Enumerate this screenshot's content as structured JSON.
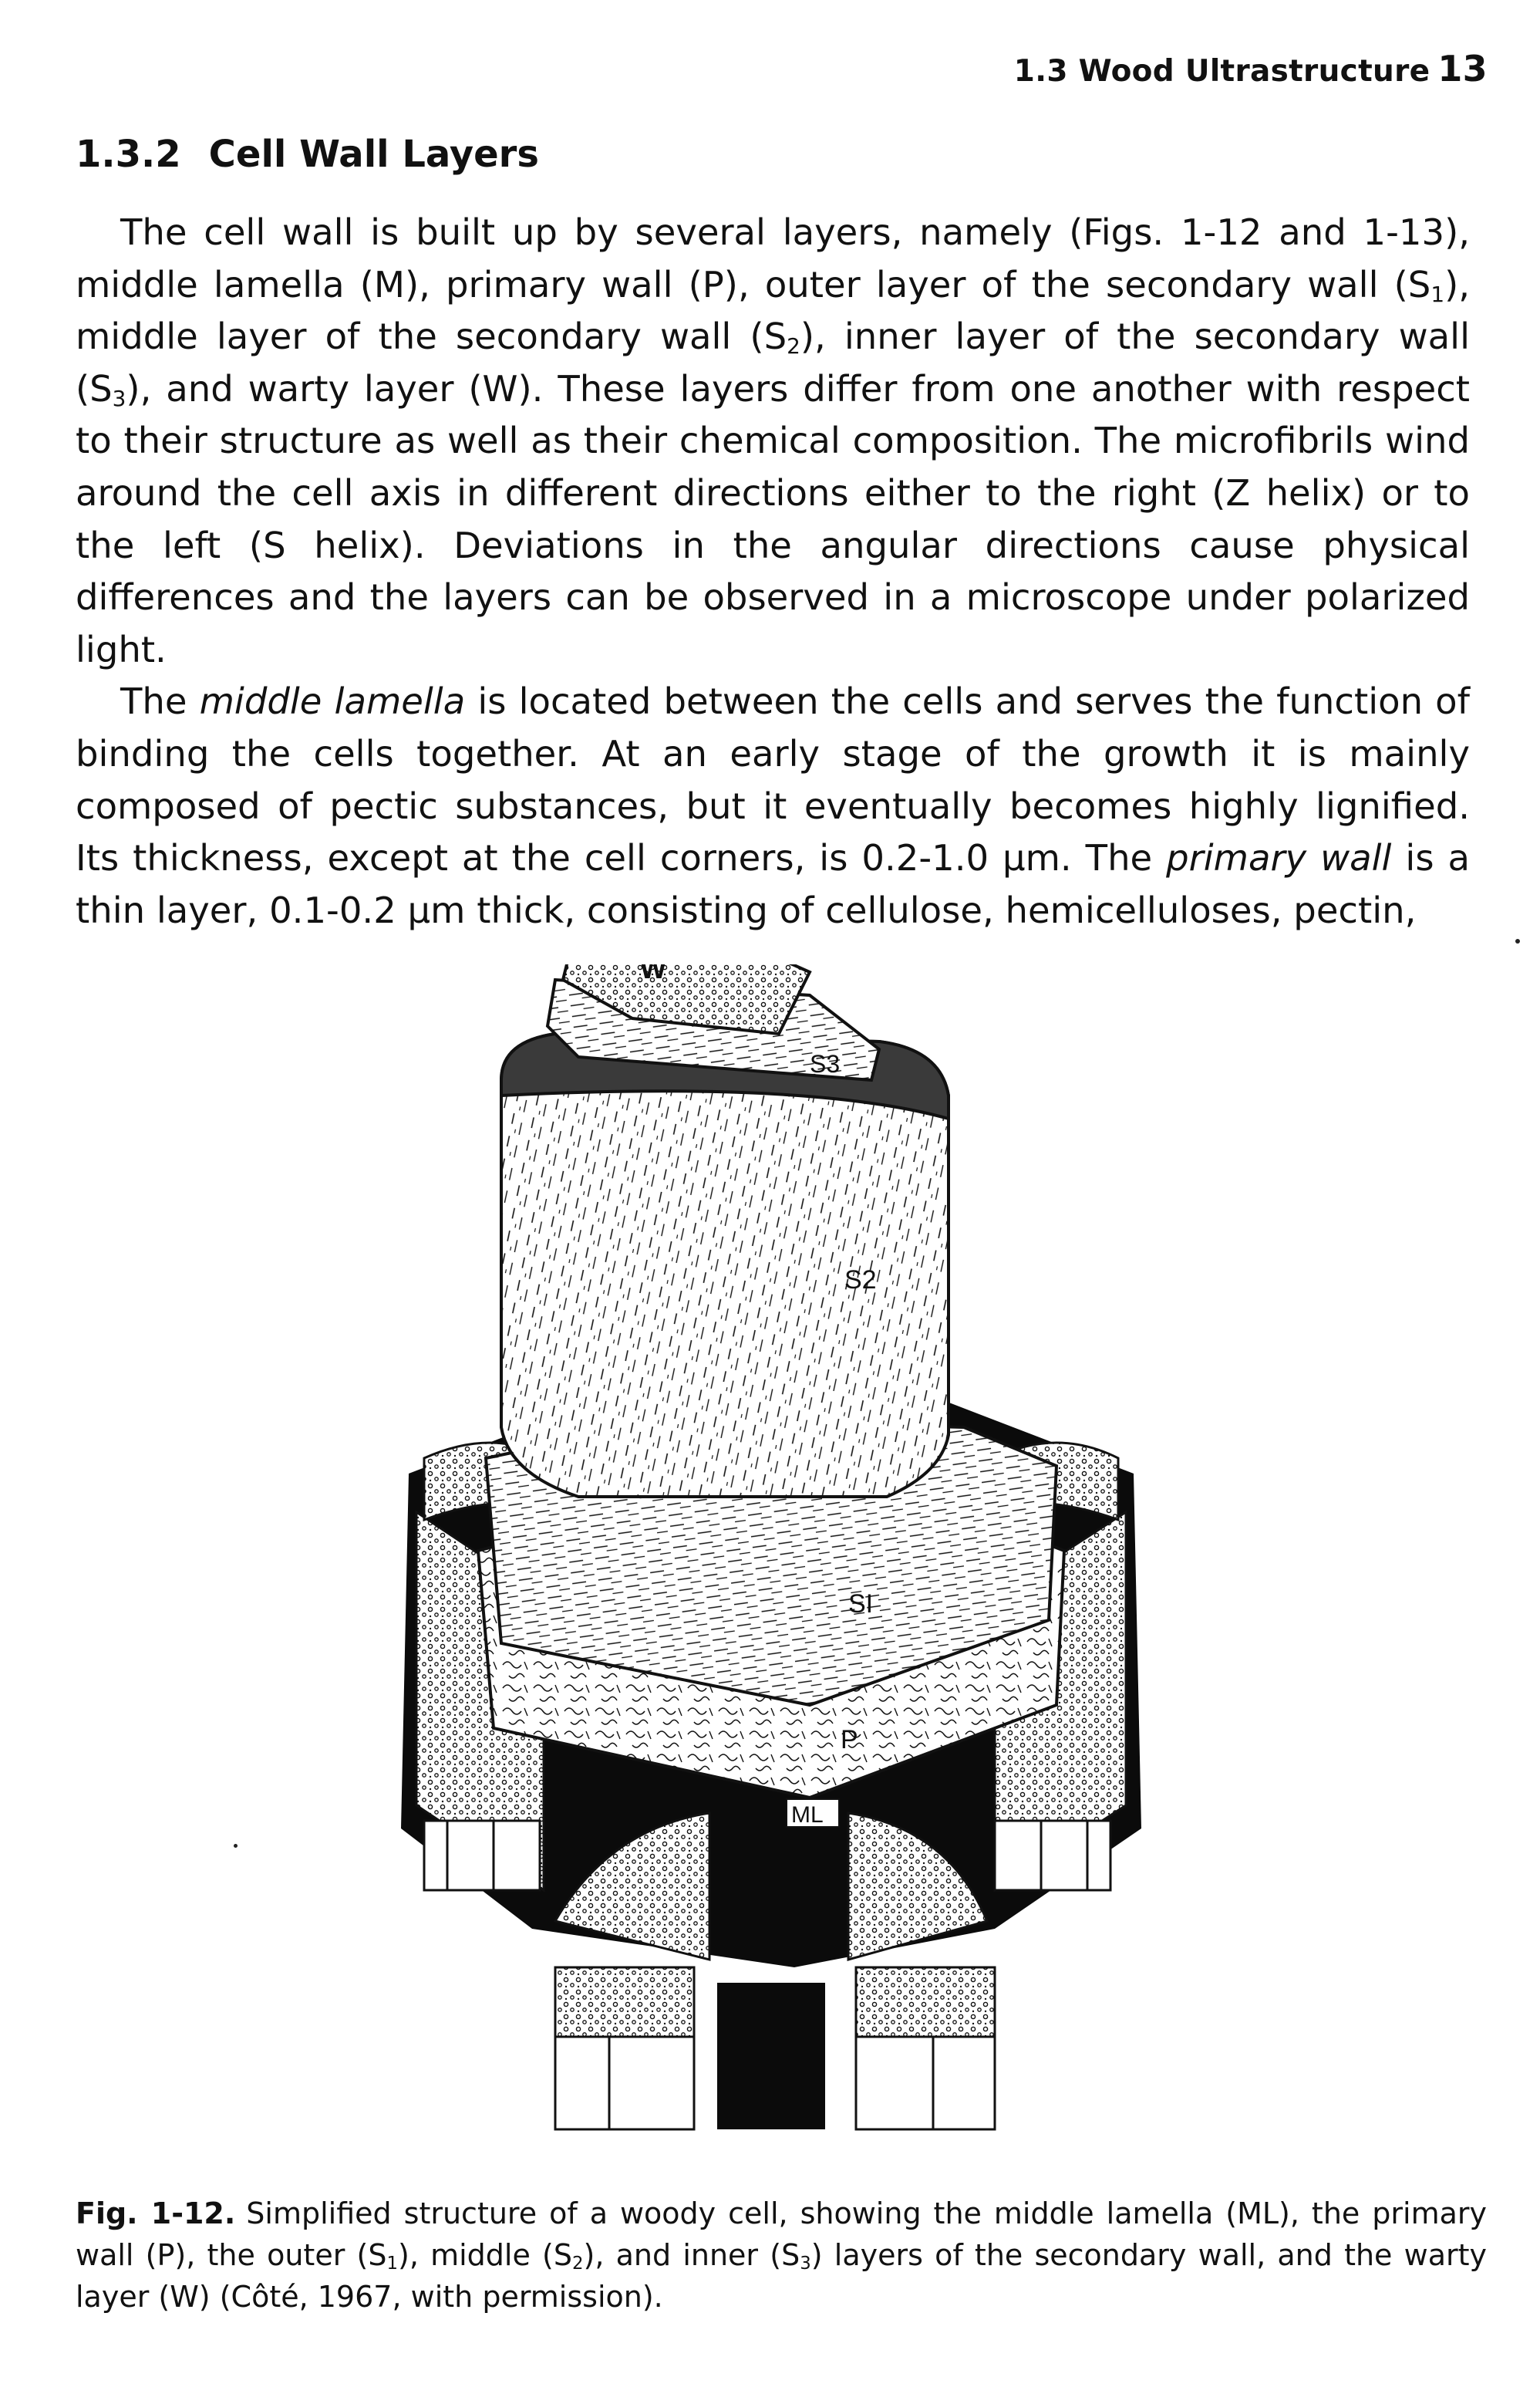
{
  "header": {
    "running_title": "1.3 Wood Ultrastructure",
    "page_number": "13"
  },
  "section": {
    "number": "1.3.2",
    "title": "Cell Wall Layers"
  },
  "paragraph1": {
    "t1": "The cell wall is built up by several layers, namely (Figs. 1-12 and 1-13), middle lamella (M), primary wall (P), outer layer of the secondary wall (S",
    "sub1": "1",
    "t2": "), middle layer of the secondary wall (S",
    "sub2": "2",
    "t3": "), inner layer of the secondary wall (S",
    "sub3": "3",
    "t4": "), and warty layer (W). These layers differ from one another with respect to their structure as well as their chemical composition. The microfibrils wind around the cell axis in different directions either to the right (Z helix) or to the left (S helix). Deviations in the angular directions cause physical differences and the layers can be observed in a microscope under polarized light."
  },
  "paragraph2": {
    "t1": "The ",
    "em1": "middle lamella",
    "t2": " is located between the cells and serves the function of binding the cells together. At an early stage of the growth it is mainly composed of pectic substances, but it eventually becomes highly lignified. Its thickness, except at the cell corners, is 0.2-1.0 μm. The ",
    "em2": "primary wall",
    "t3": " is a thin layer, 0.1-0.2 μm thick, consisting of cellulose, hemicelluloses, pectin,"
  },
  "figure": {
    "labels": {
      "w": "W",
      "s3": "S3",
      "s2": "S2",
      "s1": "SI",
      "p": "P",
      "ml": "ML"
    }
  },
  "caption": {
    "label": "Fig. 1-12.",
    "t1": "Simplified structure of a woody cell, showing the middle lamella (ML), the primary wall (P), the outer (S",
    "sub1": "1",
    "t2": "), middle (S",
    "sub2": "2",
    "t3": "), and inner (S",
    "sub3": "3",
    "t4": ") layers of the secondary wall, and the warty layer (W) (Côté, 1967, with permission)."
  }
}
